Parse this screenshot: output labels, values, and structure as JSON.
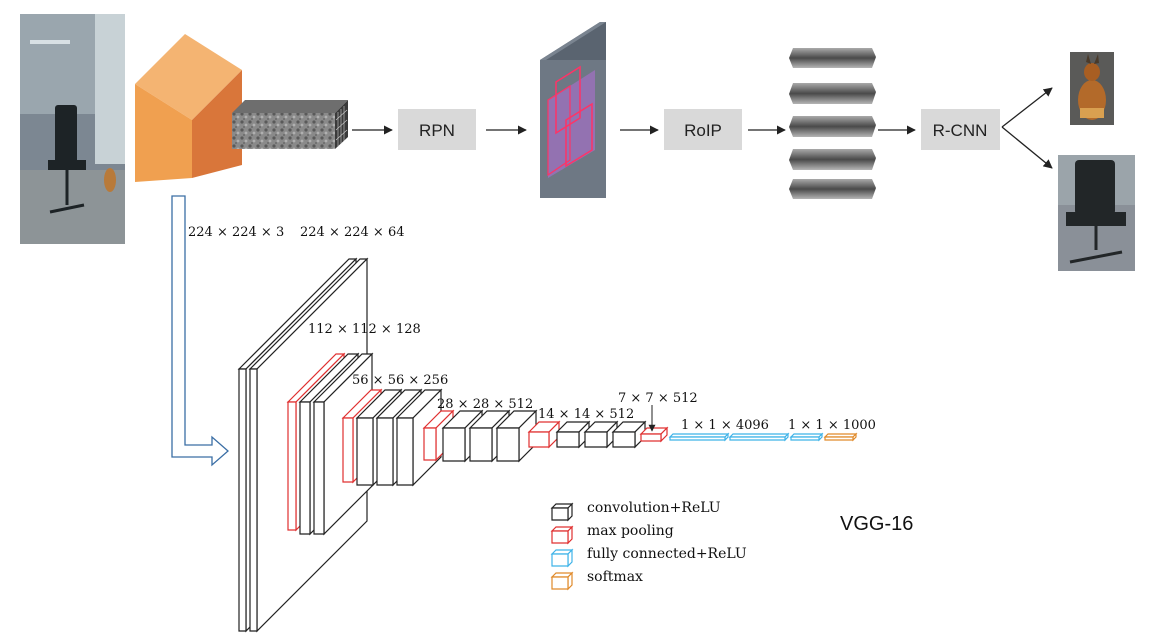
{
  "pipeline": {
    "rpn_label": "RPN",
    "roip_label": "RoIP",
    "rcnn_label": "R-CNN"
  },
  "vgg": {
    "title": "VGG-16",
    "dims": {
      "input": "224 × 224 × 3",
      "conv1": "224 × 224 × 64",
      "conv2": "112 × 112 × 128",
      "conv3": "56 × 56 × 256",
      "conv4": "28 × 28 × 512",
      "conv5": "14 × 14 × 512",
      "pool5": "7 × 7 × 512",
      "fc": "1 × 1 × 4096",
      "softmax": "1 × 1 × 1000"
    },
    "legend": [
      {
        "label": "convolution+ReLU",
        "color": "#222222"
      },
      {
        "label": "max pooling",
        "color": "#e03030"
      },
      {
        "label": "fully connected+ReLU",
        "color": "#3fb3e8"
      },
      {
        "label": "softmax",
        "color": "#e08a2a"
      }
    ]
  },
  "colors": {
    "conv": "#222222",
    "pool": "#e03030",
    "fc": "#3fb3e8",
    "softmax": "#e08a2a",
    "backbone_front": "#f0a050",
    "backbone_side": "#d9763a",
    "backbone_top": "#f4b472",
    "input_arrow": "#3a6ea5",
    "pipe_box": "#d9d9d9"
  }
}
